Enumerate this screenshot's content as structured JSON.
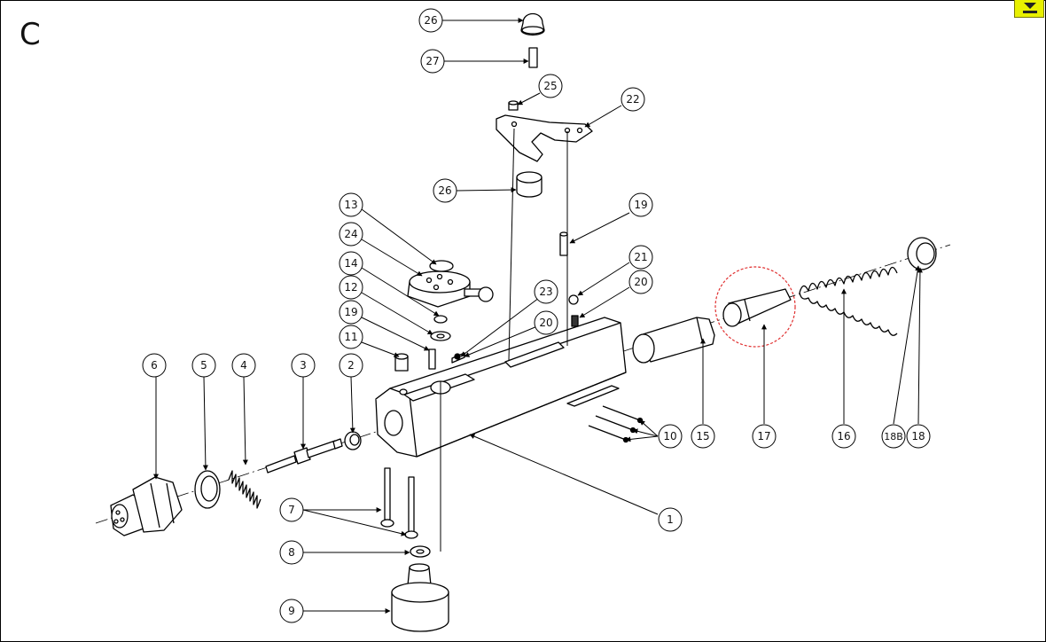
{
  "section_letter": "C",
  "callouts": [
    {
      "id": "c1",
      "label": "1"
    },
    {
      "id": "c2",
      "label": "2"
    },
    {
      "id": "c3",
      "label": "3"
    },
    {
      "id": "c4",
      "label": "4"
    },
    {
      "id": "c5",
      "label": "5"
    },
    {
      "id": "c6",
      "label": "6"
    },
    {
      "id": "c7",
      "label": "7"
    },
    {
      "id": "c8",
      "label": "8"
    },
    {
      "id": "c9",
      "label": "9"
    },
    {
      "id": "c10",
      "label": "10"
    },
    {
      "id": "c11",
      "label": "11"
    },
    {
      "id": "c12",
      "label": "12"
    },
    {
      "id": "c13",
      "label": "13"
    },
    {
      "id": "c14",
      "label": "14"
    },
    {
      "id": "c15",
      "label": "15"
    },
    {
      "id": "c16",
      "label": "16"
    },
    {
      "id": "c17",
      "label": "17"
    },
    {
      "id": "c18",
      "label": "18"
    },
    {
      "id": "c18b",
      "label": "18B"
    },
    {
      "id": "c19a",
      "label": "19"
    },
    {
      "id": "c19b",
      "label": "19"
    },
    {
      "id": "c20a",
      "label": "20"
    },
    {
      "id": "c20b",
      "label": "20"
    },
    {
      "id": "c21",
      "label": "21"
    },
    {
      "id": "c22",
      "label": "22"
    },
    {
      "id": "c23",
      "label": "23"
    },
    {
      "id": "c24",
      "label": "24"
    },
    {
      "id": "c25",
      "label": "25"
    },
    {
      "id": "c26a",
      "label": "26"
    },
    {
      "id": "c26b",
      "label": "26"
    },
    {
      "id": "c27",
      "label": "27"
    }
  ],
  "highlight": {
    "part": "17",
    "color": "#e03030"
  },
  "expand_button": {
    "icon": "chevron-down-icon",
    "color": "#e8f000"
  }
}
